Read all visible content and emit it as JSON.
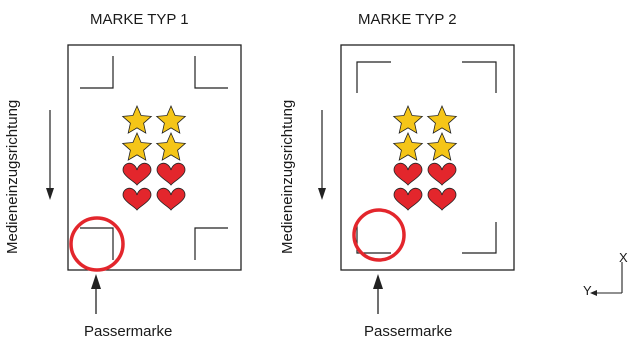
{
  "panels": [
    {
      "title": "MARKE TYP 1",
      "direction_label": "Medieneinzugsrichtung",
      "mark_label": "Passermarke"
    },
    {
      "title": "MARKE TYP 2",
      "direction_label": "Medieneinzugsrichtung",
      "mark_label": "Passermarke"
    }
  ],
  "axes": {
    "x_label": "X",
    "y_label": "Y"
  },
  "colors": {
    "star": "#f5c518",
    "heart": "#e3262c",
    "circle": "#e3262c",
    "line": "#222222"
  }
}
